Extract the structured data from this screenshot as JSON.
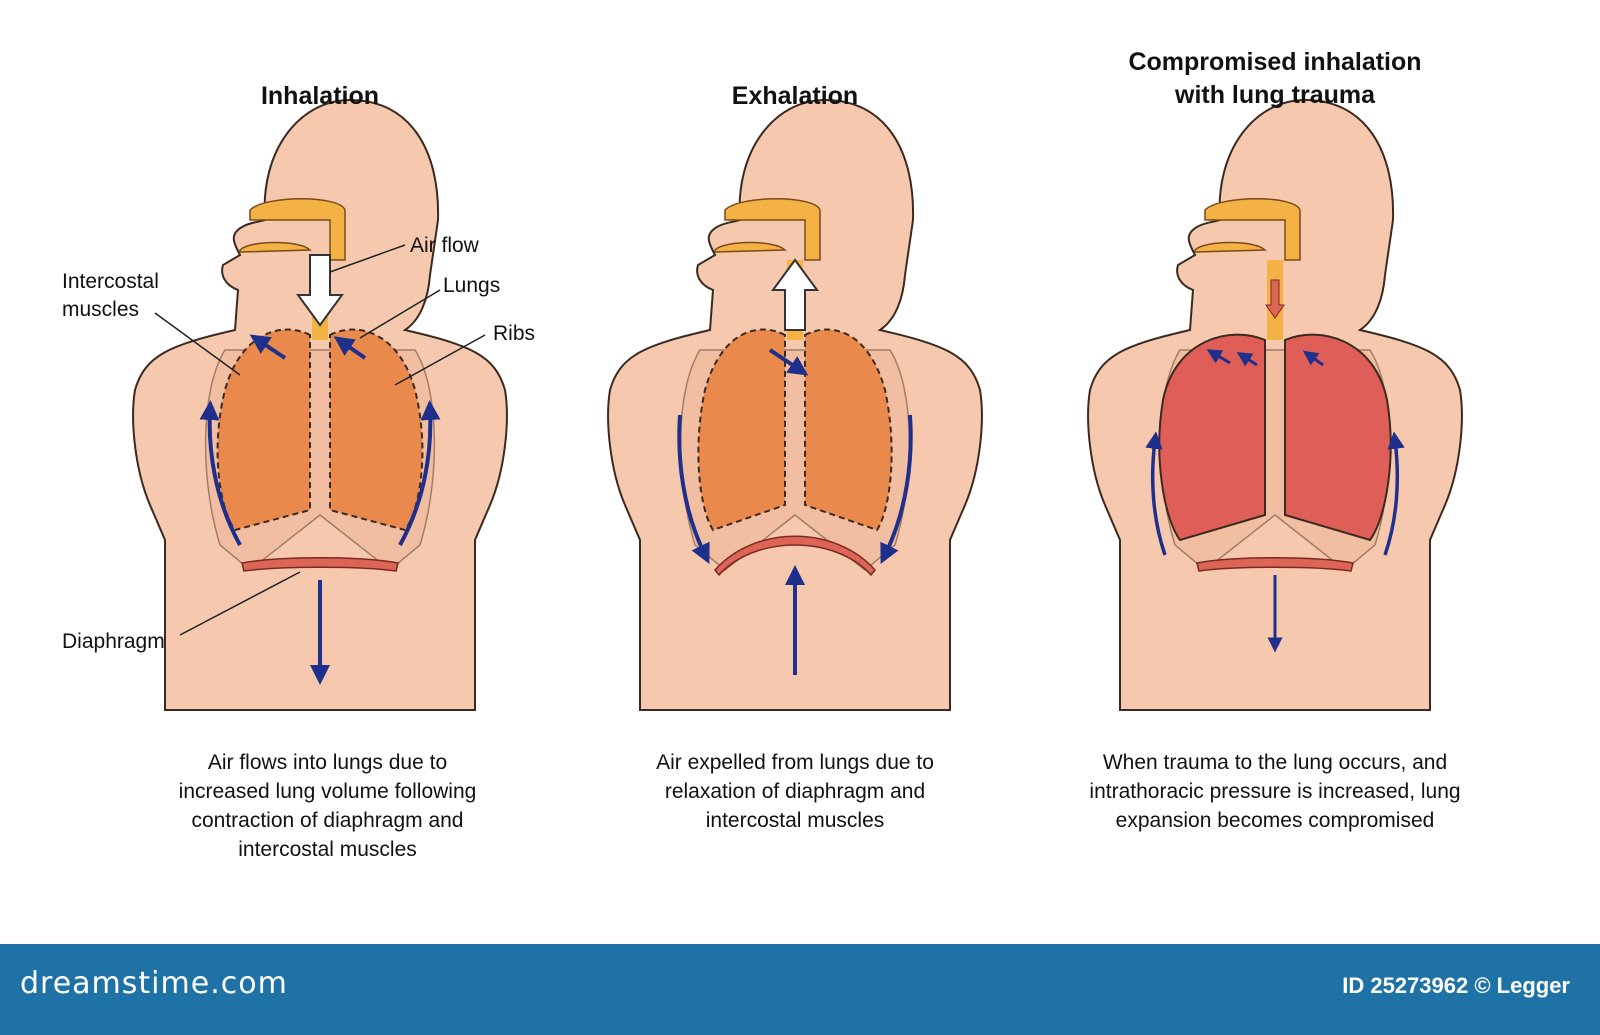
{
  "panels": [
    {
      "title": "Inhalation",
      "caption": "Air flows into lungs due to increased lung volume following contraction of diaphragm and intercostal muscles"
    },
    {
      "title": "Exhalation",
      "caption": "Air expelled from lungs due to relaxation of diaphragm and intercostal muscles"
    },
    {
      "title_line1": "Compromised inhalation",
      "title_line2": "with lung trauma",
      "caption": "When trauma to the lung occurs, and intrathoracic pressure is increased, lung expansion becomes compromised"
    }
  ],
  "labels": {
    "intercostal_line1": "Intercostal",
    "intercostal_line2": "muscles",
    "air_flow": "Air flow",
    "lungs": "Lungs",
    "ribs": "Ribs",
    "diaphragm": "Diaphragm"
  },
  "footer": {
    "brand": "dreamstime.com",
    "credit": "ID 25273962 © Legger"
  },
  "colors": {
    "skin": "#f6c9ae",
    "skin_outline": "#3a2a22",
    "airway": "#f5b244",
    "lung_normal": "#e98a4c",
    "lung_trauma": "#df5f58",
    "diaphragm": "#dc6555",
    "arrow": "#1f2f8c",
    "footer": "#1f72a6"
  }
}
